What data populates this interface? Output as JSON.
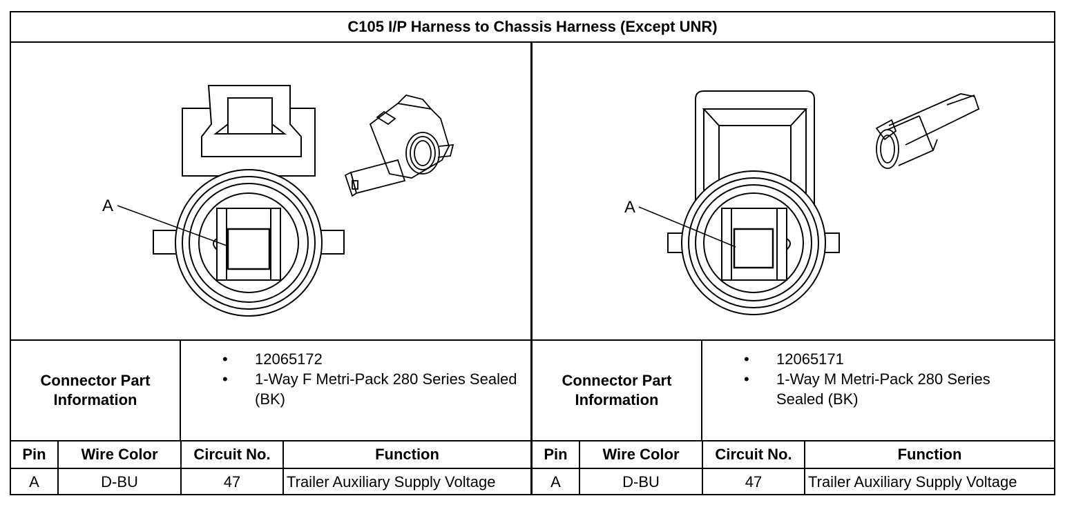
{
  "title": "C105 I/P Harness to Chassis Harness (Except UNR)",
  "left": {
    "callout": "A",
    "info_label_line1": "Connector Part",
    "info_label_line2": "Information",
    "bullets": [
      "12065172",
      "1-Way F Metri-Pack 280 Series Sealed (BK)"
    ],
    "table": {
      "headers": [
        "Pin",
        "Wire Color",
        "Circuit No.",
        "Function"
      ],
      "rows": [
        [
          "A",
          "D-BU",
          "47",
          "Trailer Auxiliary Supply Voltage"
        ]
      ]
    }
  },
  "right": {
    "callout": "A",
    "info_label_line1": "Connector Part",
    "info_label_line2": "Information",
    "bullets": [
      "12065171",
      "1-Way M Metri-Pack 280 Series Sealed (BK)"
    ],
    "table": {
      "headers": [
        "Pin",
        "Wire Color",
        "Circuit No.",
        "Function"
      ],
      "rows": [
        [
          "A",
          "D-BU",
          "47",
          "Trailer Auxiliary Supply Voltage"
        ]
      ]
    }
  },
  "bullet_glyph": "•"
}
